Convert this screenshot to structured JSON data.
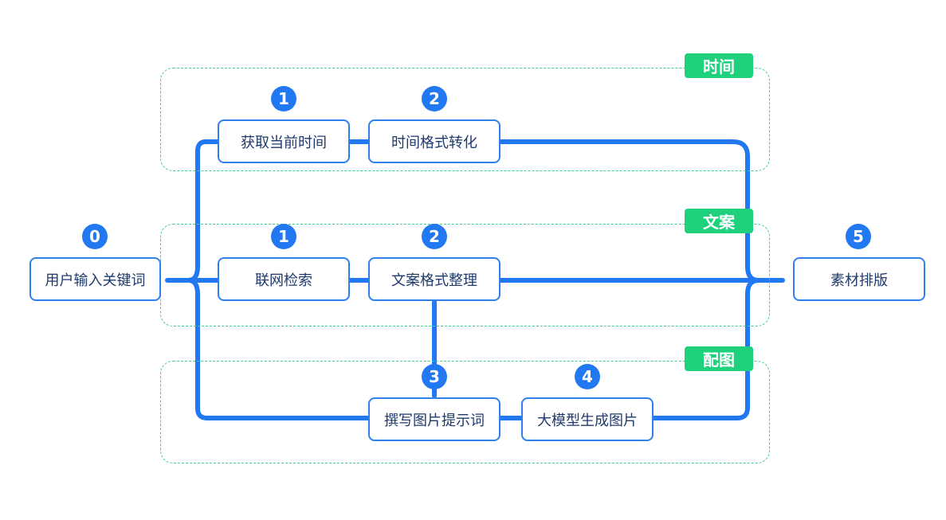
{
  "groups": {
    "time": {
      "label": "时间"
    },
    "copy": {
      "label": "文案"
    },
    "image": {
      "label": "配图"
    }
  },
  "nodes": {
    "input": {
      "label": "用户输入关键词",
      "step": "0"
    },
    "get_time": {
      "label": "获取当前时间",
      "step": "1"
    },
    "format_time": {
      "label": "时间格式转化",
      "step": "2"
    },
    "search": {
      "label": "联网检索",
      "step": "1"
    },
    "format_copy": {
      "label": "文案格式整理",
      "step": "2"
    },
    "write_prompt": {
      "label": "撰写图片提示词",
      "step": "3"
    },
    "gen_image": {
      "label": "大模型生成图片",
      "step": "4"
    },
    "layout": {
      "label": "素材排版",
      "step": "5"
    }
  },
  "colors": {
    "connector": "#2278f0",
    "node_border": "#2f80ed",
    "group_border": "#3fd08a",
    "tag_fill": "#1fd17d"
  }
}
